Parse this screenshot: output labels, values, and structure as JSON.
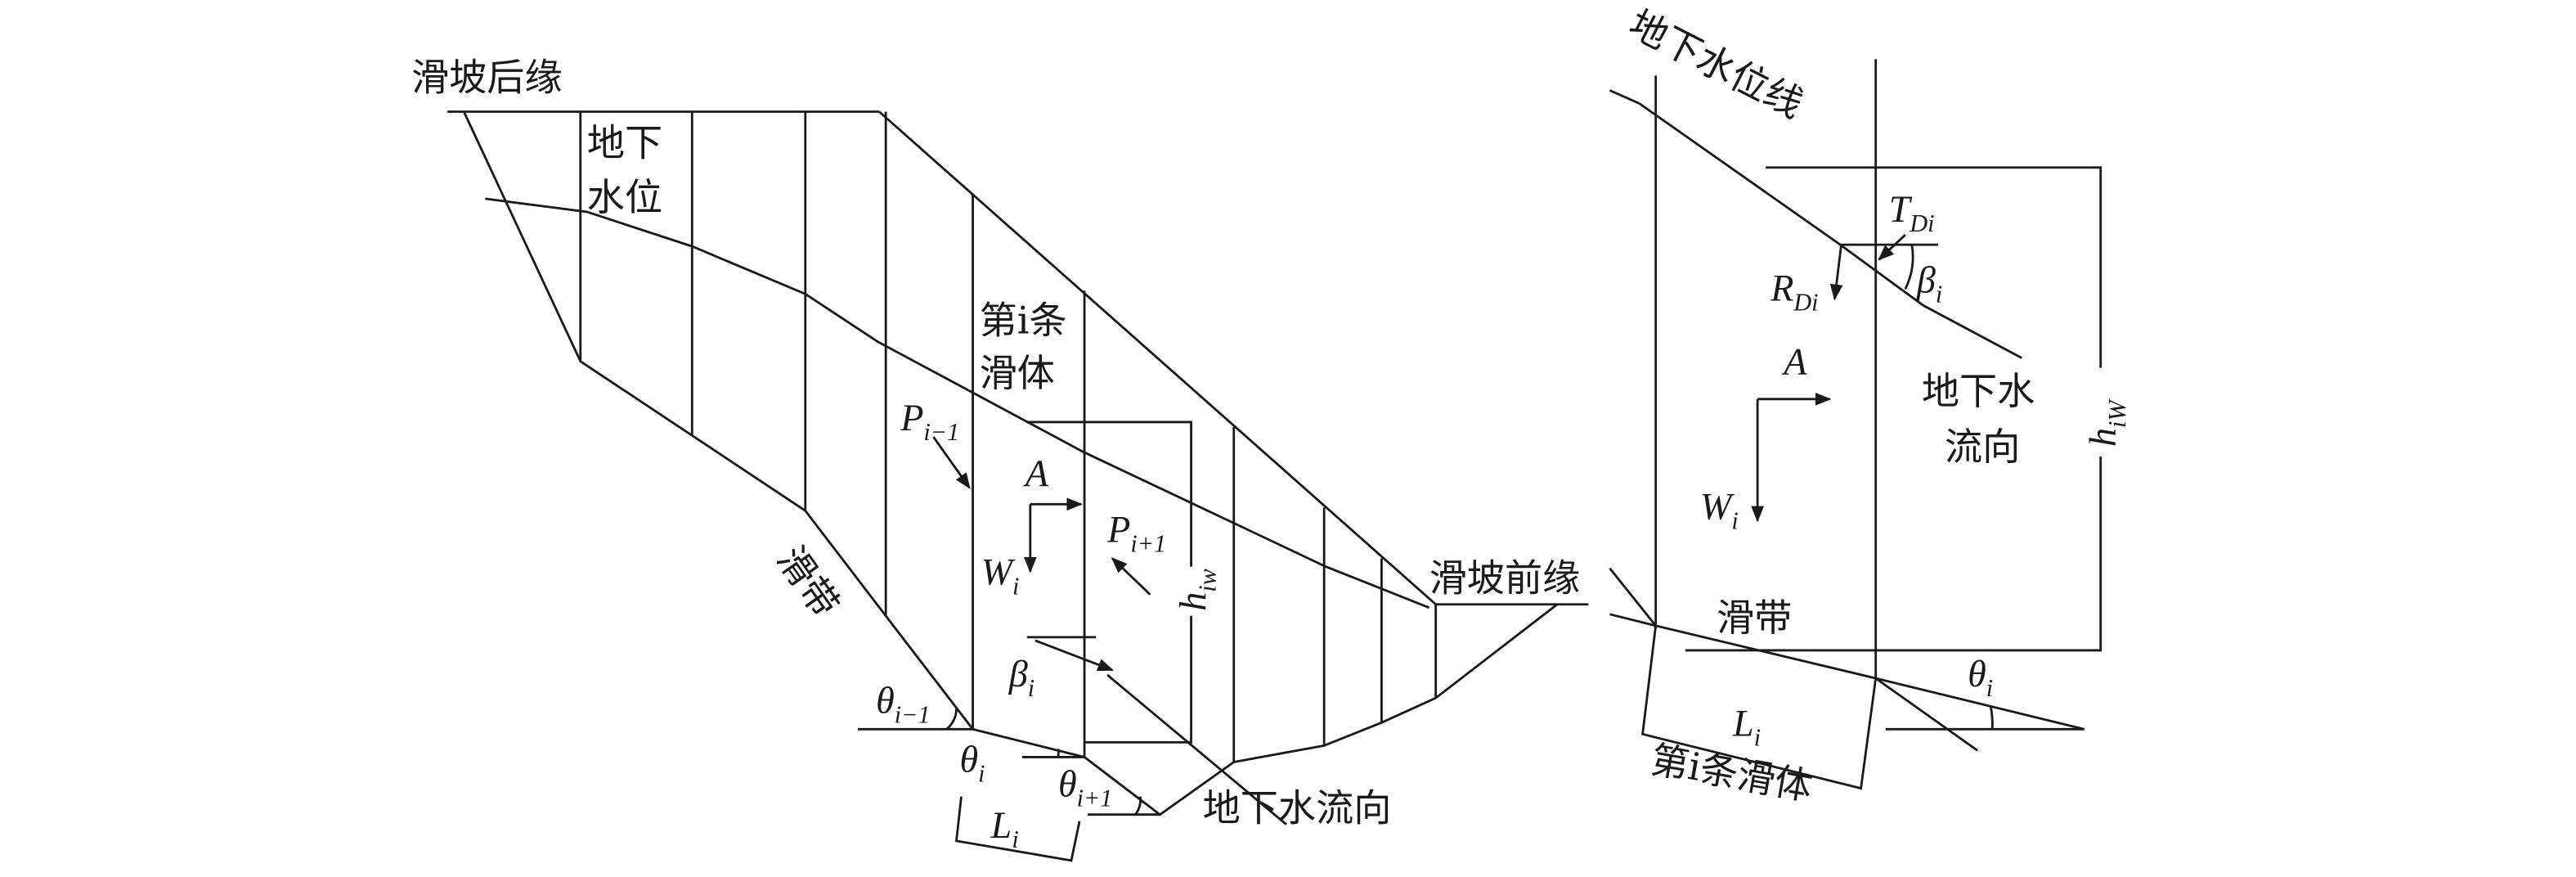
{
  "left_figure": {
    "crown_label": "滑坡后缘",
    "water_level_label_line1": "地下",
    "water_level_label_line2": "水位",
    "slip_zone_label": "滑带",
    "slice_label_line1": "第i条",
    "slice_label_line2": "滑体",
    "toe_label": "滑坡前缘",
    "flow_direction_label": "地下水流向",
    "p_prev": {
      "main": "P",
      "sub": "i−1"
    },
    "p_next": {
      "main": "P",
      "sub": "i+1"
    },
    "a": "A",
    "w": {
      "main": "W",
      "sub": "i"
    },
    "h": {
      "main": "h",
      "sub": "iw"
    },
    "beta": {
      "main": "β",
      "sub": "i"
    },
    "theta_prev": {
      "main": "θ",
      "sub": "i−1"
    },
    "theta": {
      "main": "θ",
      "sub": "i"
    },
    "theta_next": {
      "main": "θ",
      "sub": "i+1"
    },
    "l": {
      "main": "L",
      "sub": "i"
    }
  },
  "right_figure": {
    "water_line_label": "地下水位线",
    "flow_label_line1": "地下水",
    "flow_label_line2": "流向",
    "slip_zone_label": "滑带",
    "slice_label": "第i条滑体",
    "t": {
      "main": "T",
      "sub": "Di"
    },
    "r": {
      "main": "R",
      "sub": "Di"
    },
    "beta": {
      "main": "β",
      "sub": "i"
    },
    "a": "A",
    "w": {
      "main": "W",
      "sub": "i"
    },
    "h": {
      "main": "h",
      "sub": "iW"
    },
    "theta": {
      "main": "θ",
      "sub": "i"
    },
    "l": {
      "main": "L",
      "sub": "i"
    }
  }
}
